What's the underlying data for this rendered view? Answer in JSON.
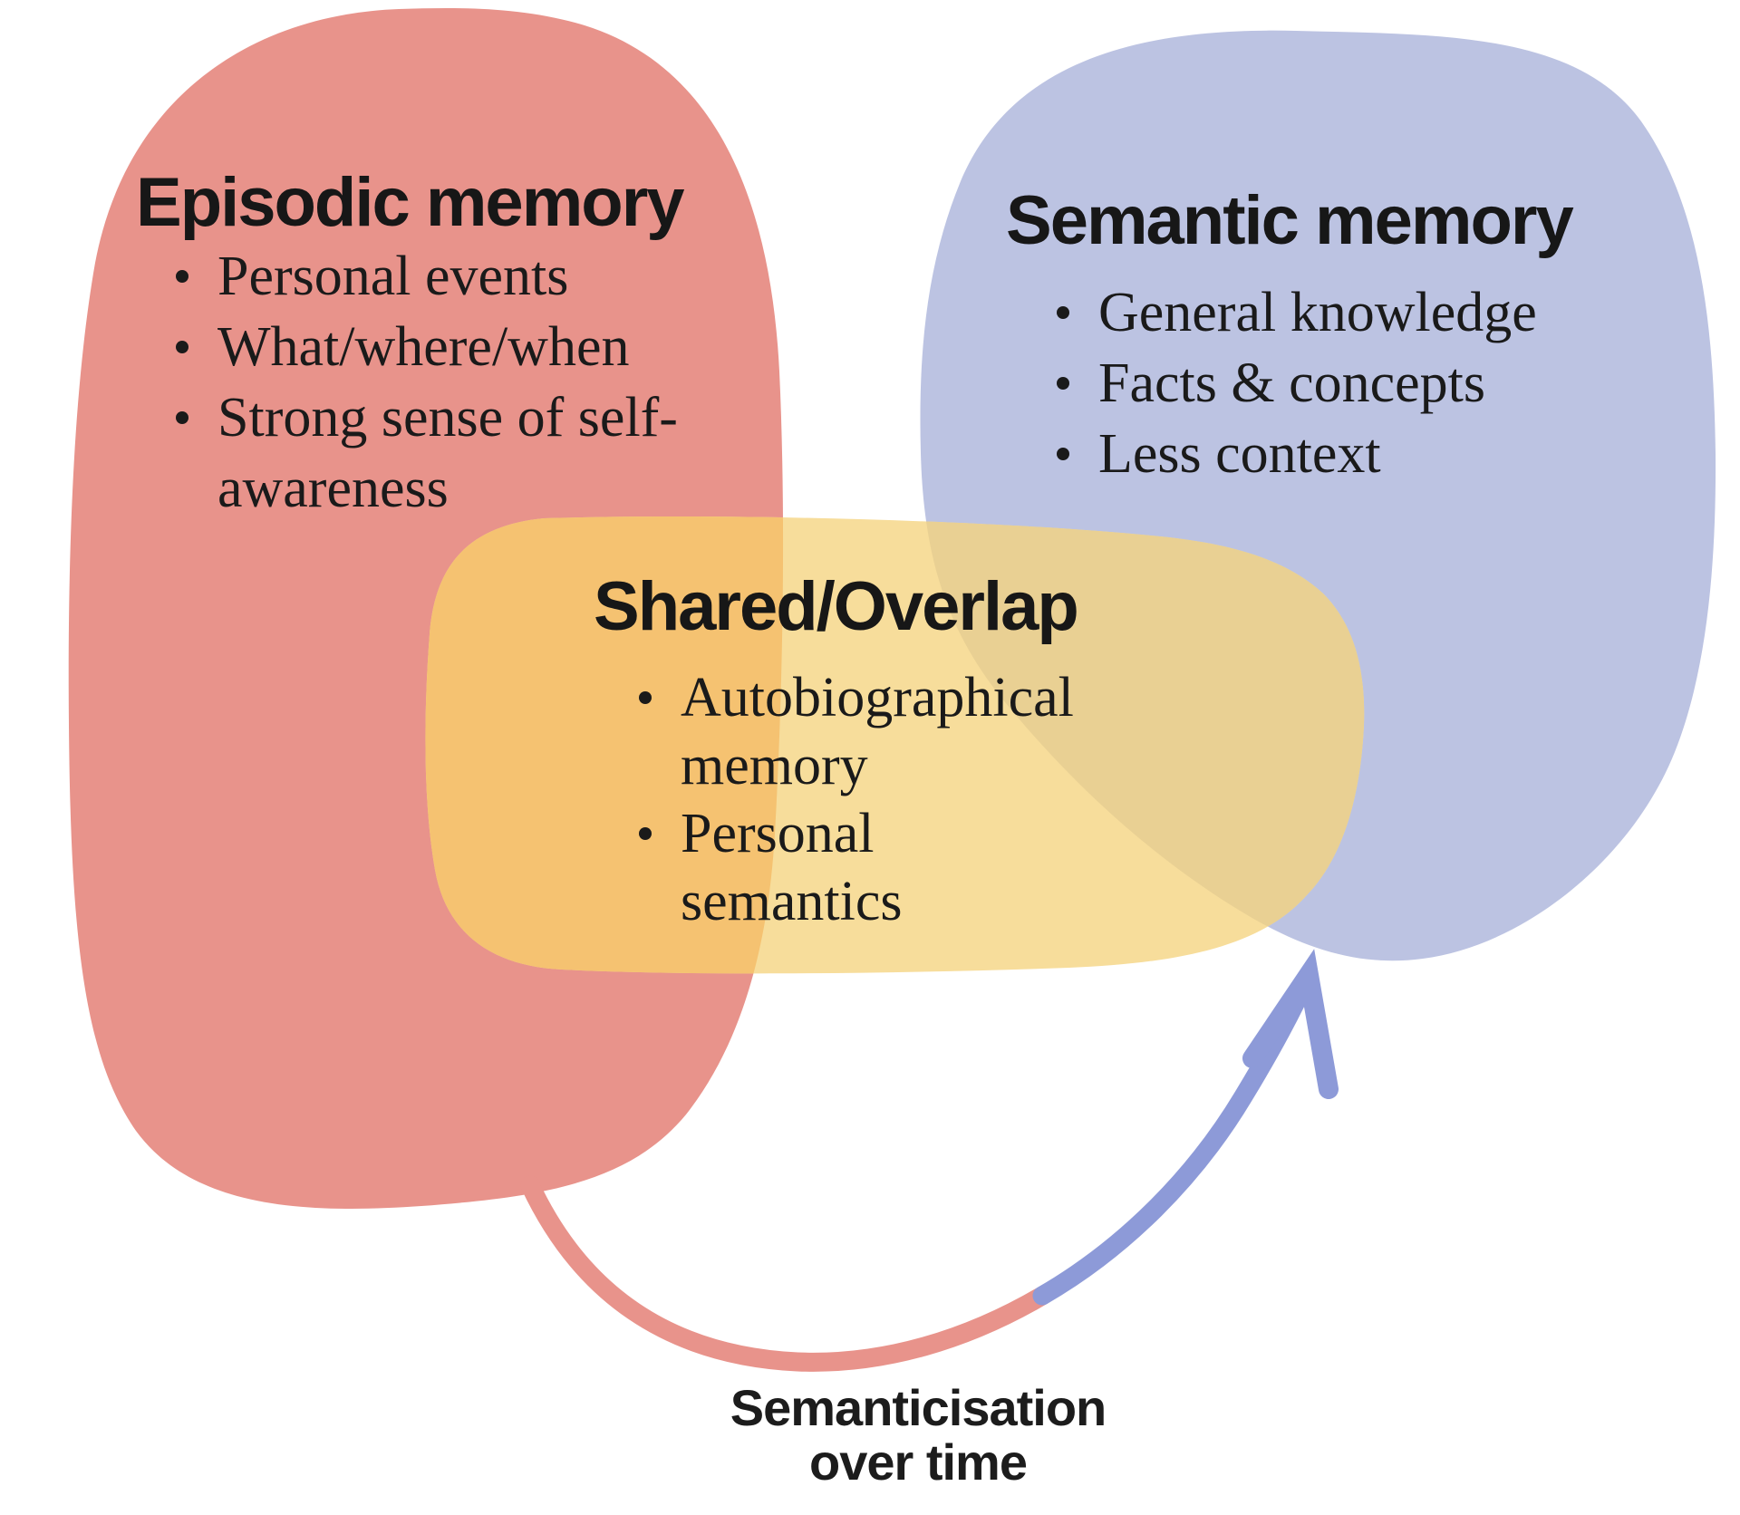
{
  "diagram": {
    "type": "venn-blob-diagram",
    "background": "#ffffff"
  },
  "colors": {
    "episodic_blob": "#E8938B",
    "semantic_blob": "#BCC3E2",
    "overlap_blob": "#F7DD9B",
    "overlap_on_episodic": "#F5C271",
    "overlap_on_semantic": "#E9D093",
    "arrow_red_segment": "#E8938B",
    "arrow_blue_segment": "#8D9AD8",
    "text": "#171717"
  },
  "episodic": {
    "title": "Episodic memory",
    "items": [
      "Personal events",
      "What/where/when",
      "Strong sense of self-awareness"
    ]
  },
  "semantic": {
    "title": "Semantic memory",
    "items": [
      "General knowledge",
      "Facts & concepts",
      "Less context"
    ]
  },
  "shared": {
    "title": "Shared/Overlap",
    "items": [
      "Autobiographical memory",
      "Personal semantics"
    ]
  },
  "arrow_label": {
    "lines": [
      "Semanticisation",
      "over time"
    ]
  }
}
